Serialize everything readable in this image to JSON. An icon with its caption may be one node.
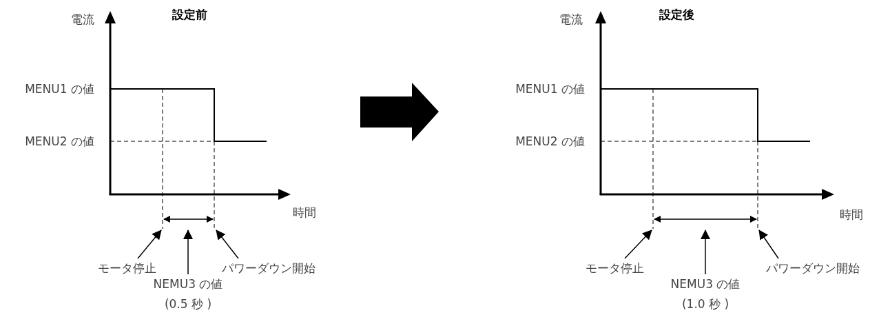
{
  "diagram": {
    "nodes": [
      {
        "text": [
          "モータ停止"
        ]
      },
      {
        "text": [
          "NEMU3 の値 (0.5 秒 )"
        ]
      },
      {
        "text": [
          "パワーダウン開始"
        ]
      },
      {
        "text": [
          "モータ停止"
        ]
      },
      {
        "text": [
          "NEMU3 の値 (1.0 秒 )"
        ]
      },
      {
        "text": [
          "パワーダウン開始"
        ]
      }
    ],
    "edges": [
      {
        "from": 0,
        "to": null,
        "arrow": "to"
      },
      {
        "from": 1,
        "to": null,
        "arrow": "to"
      },
      {
        "from": 2,
        "to": null,
        "arrow": "to"
      },
      {
        "from": 3,
        "to": null,
        "arrow": "to"
      },
      {
        "from": 4,
        "to": null,
        "arrow": "to"
      },
      {
        "from": 5,
        "to": null,
        "arrow": "to"
      }
    ],
    "labels": [
      "電流",
      "設定前",
      "MENU1 の値",
      "MENU2 の値",
      "時間",
      "電流",
      "設定後",
      "MENU1 の値",
      "MENU2 の値",
      "時間"
    ]
  }
}
